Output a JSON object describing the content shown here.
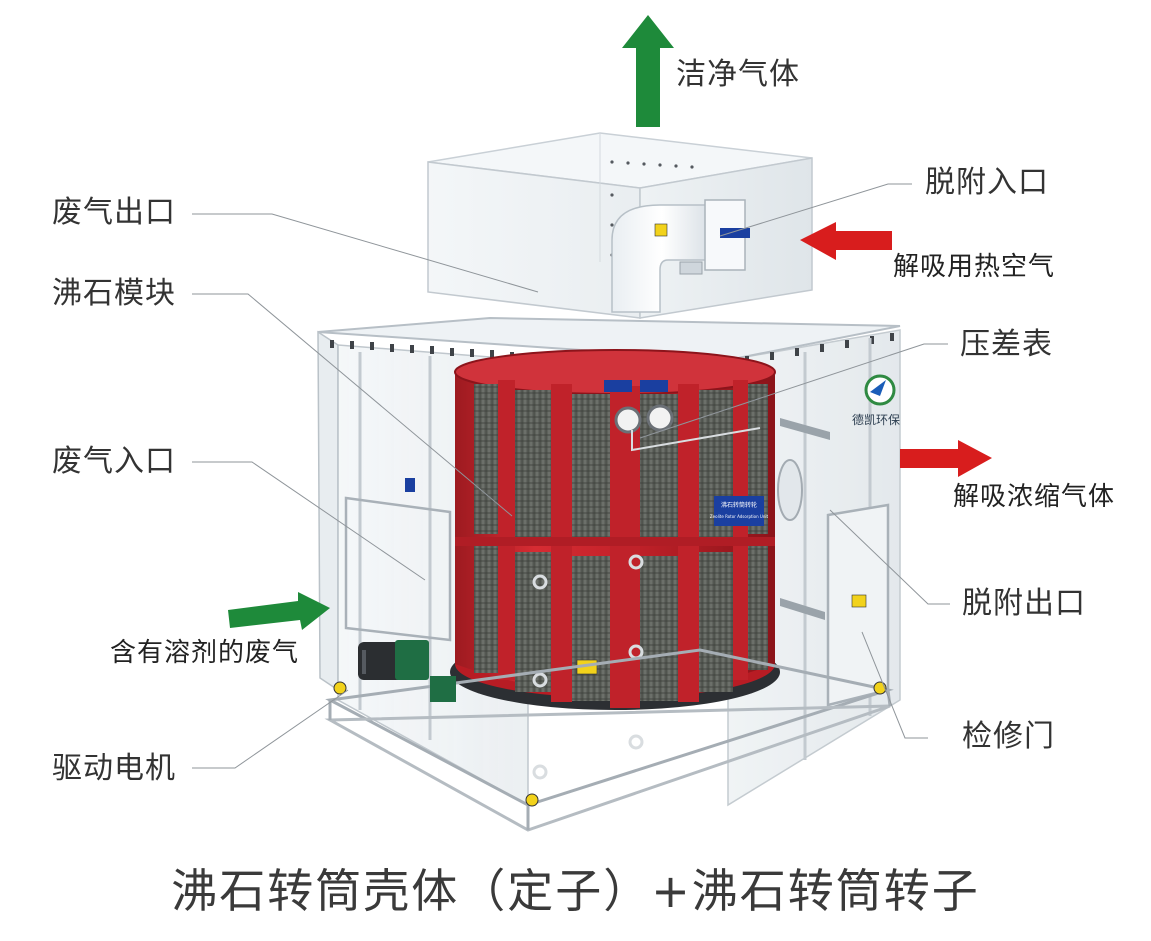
{
  "labels": {
    "clean_gas": "洁净气体",
    "exhaust_outlet": "废气出口",
    "desorption_inlet": "脱附入口",
    "desorption_hot_air": "解吸用热空气",
    "zeolite_module": "沸石模块",
    "pressure_gauge": "压差表",
    "exhaust_inlet": "废气入口",
    "desorption_concentrated_gas": "解吸浓缩气体",
    "solvent_exhaust": "含有溶剂的废气",
    "desorption_outlet": "脱附出口",
    "access_door": "检修门",
    "drive_motor": "驱动电机"
  },
  "caption": "沸石转筒壳体（定子）+沸石转筒转子",
  "unit": {
    "logo_text": "德凯环保",
    "nameplate": "沸石转筒转轮",
    "nameplate_sub": "Zeolite Rotor Adsorption Unit"
  },
  "colors": {
    "green_arrow": "#1e8a3a",
    "red_arrow": "#d81d1d",
    "rotor_red": "#c8202a",
    "zeolite_gray": "#5b5e58",
    "frame_gray": "#b9c0c6",
    "blue_tag": "#1a3fa0",
    "yellow_tag": "#f2d21b"
  }
}
